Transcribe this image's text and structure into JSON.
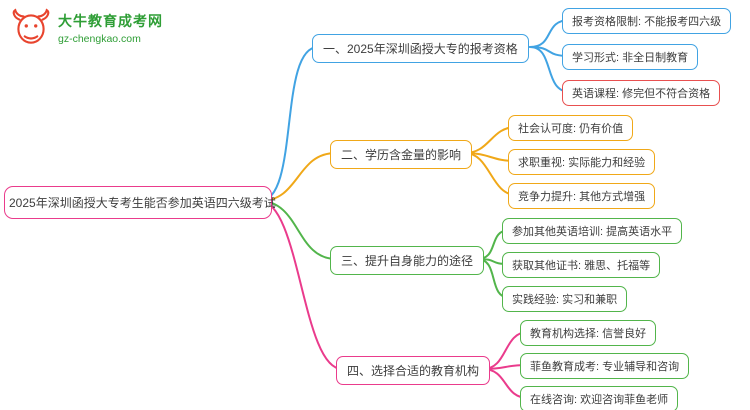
{
  "logo": {
    "title": "大牛教育成考网",
    "subtitle": "gz-chengkao.com",
    "icon": "cow-head-icon",
    "icon_color": "#e8442e",
    "text_color": "#2f9e36"
  },
  "root": {
    "text": "2025年深圳函授大专考生能否参加英语四六级考试",
    "border_color": "#ea3b8c"
  },
  "palette": {
    "blue": "#41a3e3",
    "orange": "#f0a818",
    "green": "#52b54b",
    "pink": "#ea3b8c",
    "red": "#e85050"
  },
  "branches": [
    {
      "label": "一、2025年深圳函授大专的报考资格",
      "color": "#41a3e3",
      "children": [
        {
          "text": "报考资格限制: 不能报考四六级",
          "color": "#41a3e3"
        },
        {
          "text": "学习形式: 非全日制教育",
          "color": "#41a3e3"
        },
        {
          "text": "英语课程: 修完但不符合资格",
          "color": "#e85050"
        }
      ]
    },
    {
      "label": "二、学历含金量的影响",
      "color": "#f0a818",
      "children": [
        {
          "text": "社会认可度: 仍有价值",
          "color": "#f0a818"
        },
        {
          "text": "求职重视: 实际能力和经验",
          "color": "#f0a818"
        },
        {
          "text": "竞争力提升: 其他方式增强",
          "color": "#f0a818"
        }
      ]
    },
    {
      "label": "三、提升自身能力的途径",
      "color": "#52b54b",
      "children": [
        {
          "text": "参加其他英语培训: 提高英语水平",
          "color": "#52b54b"
        },
        {
          "text": "获取其他证书: 雅思、托福等",
          "color": "#52b54b"
        },
        {
          "text": "实践经验: 实习和兼职",
          "color": "#52b54b"
        }
      ]
    },
    {
      "label": "四、选择合适的教育机构",
      "color": "#ea3b8c",
      "children": [
        {
          "text": "教育机构选择: 信誉良好",
          "color": "#52b54b"
        },
        {
          "text": "菲鱼教育成考: 专业辅导和咨询",
          "color": "#52b54b"
        },
        {
          "text": "在线咨询: 欢迎咨询菲鱼老师",
          "color": "#52b54b"
        }
      ]
    }
  ]
}
